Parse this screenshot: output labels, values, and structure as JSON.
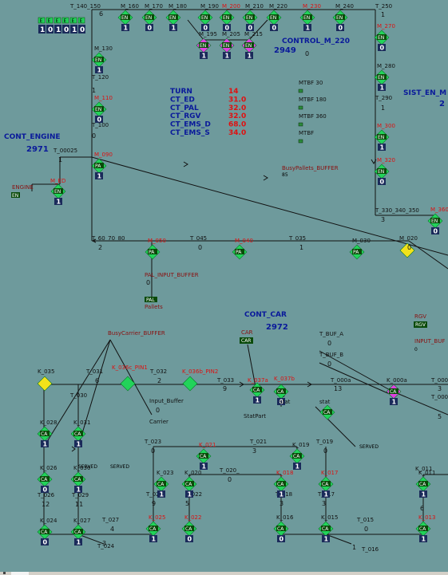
{
  "title": {
    "control": "CONTROL_M_220",
    "control_num": "2949",
    "control_val": "0",
    "cont_engine": "CONT_ENGINE",
    "cont_engine_num": "2971",
    "cont_car": "CONT_CAR",
    "cont_car_num": "2972",
    "sist": "SIST_EN_M",
    "sist_num": "2"
  },
  "top_digits": [
    "1",
    "0",
    "1",
    "0",
    "1",
    "0"
  ],
  "top_digit_tags": [
    "E",
    "E",
    "E",
    "E",
    "E",
    "E"
  ],
  "stats": [
    {
      "label": "TURN",
      "value": "14"
    },
    {
      "label": "CT_ED",
      "value": "31.0"
    },
    {
      "label": "CT_PAL",
      "value": "32.0"
    },
    {
      "label": "CT_RGV",
      "value": "32.0"
    },
    {
      "label": "CT_EMS_D",
      "value": "68.0"
    },
    {
      "label": "CT_EMS_S",
      "value": "34.0"
    }
  ],
  "mtbf": [
    "MTBF 30",
    "MTBF 180",
    "MTBF 360",
    "MTBF"
  ],
  "top_stations": [
    {
      "name": "M_160",
      "tag": "EN",
      "count": "1",
      "red": false
    },
    {
      "name": "M_170",
      "tag": "EN",
      "count": "0",
      "red": false
    },
    {
      "name": "M_180",
      "tag": "EN",
      "count": "1",
      "red": false
    },
    {
      "name": "M_190",
      "tag": "EN",
      "count": "0",
      "red": false
    },
    {
      "name": "M_200",
      "tag": "EN",
      "count": "0",
      "red": true
    },
    {
      "name": "M_210",
      "tag": "EN",
      "count": "0",
      "red": false
    },
    {
      "name": "M_220",
      "tag": "EN",
      "count": "0",
      "red": false
    },
    {
      "name": "M_230",
      "tag": "EN",
      "count": "1",
      "red": true
    },
    {
      "name": "M_240",
      "tag": "EN",
      "count": "0",
      "red": false
    }
  ],
  "magenta_stations": [
    {
      "name": "M_195",
      "tag": "EN",
      "count": "1"
    },
    {
      "name": "M_205",
      "tag": "EN",
      "count": "1"
    },
    {
      "name": "M_215",
      "tag": "EN",
      "count": "1"
    }
  ],
  "left_stations": [
    {
      "name": "M_130",
      "tag": "EN",
      "count": "1",
      "red": false
    },
    {
      "name": "M_110",
      "tag": "EN",
      "count": "0",
      "red": true
    },
    {
      "name": "M_090",
      "tag": "PA",
      "count": "1",
      "red": true
    }
  ],
  "right_stations": [
    {
      "name": "M_270",
      "tag": "EN",
      "count": "0",
      "red": true
    },
    {
      "name": "M_280",
      "tag": "EN",
      "count": "1",
      "red": false
    },
    {
      "name": "M_300",
      "tag": "EN",
      "count": "1",
      "red": true
    },
    {
      "name": "M_320",
      "tag": "EN",
      "count": "0",
      "red": true
    },
    {
      "name": "M_360",
      "tag": "EN",
      "count": "0",
      "red": true
    }
  ],
  "bottom_stations": [
    {
      "name": "M_050",
      "tag": "PA",
      "red": true
    },
    {
      "name": "M_040",
      "tag": "PA",
      "red": true
    },
    {
      "name": "M_030",
      "tag": "PA",
      "red": false
    }
  ],
  "segments": [
    {
      "name": "T_140_150",
      "count": "6"
    },
    {
      "name": "T_250",
      "count": "1"
    },
    {
      "name": "T_120",
      "count": "1"
    },
    {
      "name": "T_100",
      "count": "0"
    },
    {
      "name": "T_290",
      "count": "1"
    },
    {
      "name": "T_00025",
      "count": "1"
    },
    {
      "name": "T_330_340_350",
      "count": "3"
    },
    {
      "name": "T_60_70_80",
      "count": "2"
    },
    {
      "name": "T_045",
      "count": "0"
    },
    {
      "name": "T_035",
      "count": "1"
    },
    {
      "name": "M_020",
      "count": "0"
    }
  ],
  "engine": {
    "label": "ENGINE",
    "tag": "EN",
    "med": "M_ED",
    "med_tag": "EN",
    "med_count": "1"
  },
  "busy_pallets": {
    "label": "BusyPallets_BUFFER",
    "count": "85"
  },
  "pal_input": {
    "label": "PAL_INPUT_BUFFER",
    "count": "0",
    "tag": "PAL",
    "sub": "Pallets"
  },
  "busy_carrier": {
    "label": "BusyCarrier_BUFFER"
  },
  "car_block": {
    "label": "CAR",
    "tag": "CAR"
  },
  "rgv_block": {
    "label": "RGV",
    "tag": "RGV",
    "input": "INPUT_BUF",
    "count": "0"
  },
  "tbuf": {
    "a": "T_BUF_A",
    "a_val": "0",
    "b": "T_BUF_B",
    "b_val": "0"
  },
  "k_top": [
    {
      "name": "K_035",
      "count": ""
    },
    {
      "name": "T_031",
      "count": "6"
    },
    {
      "name": "K_036c_PIN1",
      "count": ""
    },
    {
      "name": "T_032",
      "count": "2"
    },
    {
      "name": "K_036b_PIN2",
      "count": ""
    },
    {
      "name": "T_033",
      "count": "9"
    },
    {
      "name": "K_037a",
      "count": "1"
    },
    {
      "name": "K_037b",
      "count": "0"
    },
    {
      "name": "T_000a",
      "count": "13"
    },
    {
      "name": "K_000a",
      "count": "1"
    },
    {
      "name": "T_000",
      "count": "3"
    },
    {
      "name": "T_000",
      "count": "5"
    }
  ],
  "misc": {
    "t030": "T_030",
    "input_buffer": "Input_Buffer",
    "input_buffer_val": "0",
    "carrier": "Carrier",
    "statpart": "StatPart",
    "stat": "stat",
    "stat2": "stat",
    "served": "SERVED",
    "served2": "SERVED",
    "served3": "SERVED"
  },
  "k_left": [
    {
      "name": "K_028",
      "tag": "CA",
      "count": "1"
    },
    {
      "name": "K_031",
      "tag": "CA",
      "count": "1"
    },
    {
      "name": "K_026",
      "tag": "CA",
      "count": "0"
    },
    {
      "name": "K_030",
      "tag": "CA",
      "count": "1"
    },
    {
      "name": "K_024",
      "tag": "CA",
      "count": "0"
    },
    {
      "name": "K_027",
      "tag": "CA",
      "count": "1"
    }
  ],
  "k_segments": [
    {
      "name": "T_026",
      "count": "12"
    },
    {
      "name": "T_029",
      "count": "11"
    },
    {
      "name": "T_027",
      "count": "4"
    },
    {
      "name": "T_024",
      "count": "3"
    },
    {
      "name": "T_023",
      "count": "0"
    },
    {
      "name": "T_021",
      "count": "3"
    },
    {
      "name": "T_019",
      "count": "0"
    },
    {
      "name": "T_020_",
      "count": "0"
    },
    {
      "name": "T_025",
      "count": "9"
    },
    {
      "name": "T_022",
      "count": "5"
    },
    {
      "name": "T_018",
      "count": "3"
    },
    {
      "name": "T_017",
      "count": "3"
    },
    {
      "name": "T_015",
      "count": "0"
    },
    {
      "name": "T_016",
      "count": "1"
    },
    {
      "name": "K_011",
      "count": "6"
    }
  ],
  "k_stations": [
    {
      "name": "K_021",
      "tag": "CA",
      "count": "1",
      "red": true
    },
    {
      "name": "K_019",
      "tag": "CA",
      "count": "1",
      "red": false
    },
    {
      "name": "K_023",
      "tag": "CA",
      "count": "1",
      "red": false
    },
    {
      "name": "K_020",
      "tag": "CA",
      "count": "1",
      "red": false
    },
    {
      "name": "K_018",
      "tag": "CA",
      "count": "1",
      "red": true
    },
    {
      "name": "K_017",
      "tag": "CA",
      "count": "1",
      "red": true
    },
    {
      "name": "K_011",
      "tag": "CA",
      "count": "1",
      "red": false
    },
    {
      "name": "K_025",
      "tag": "CA",
      "count": "1",
      "red": true
    },
    {
      "name": "K_022",
      "tag": "CA",
      "count": "0",
      "red": true
    },
    {
      "name": "K_016",
      "tag": "CA",
      "count": "0",
      "red": false
    },
    {
      "name": "K_015",
      "tag": "CA",
      "count": "1",
      "red": false
    },
    {
      "name": "K_013",
      "tag": "CA",
      "count": "1",
      "red": true
    }
  ],
  "colors": {
    "background": "#6e9a9c",
    "station": "#22d35a",
    "magenta": "#e040e0",
    "yellow": "#f3e21a",
    "red_label": "#d11",
    "blue_label": "#0a1a9a"
  }
}
